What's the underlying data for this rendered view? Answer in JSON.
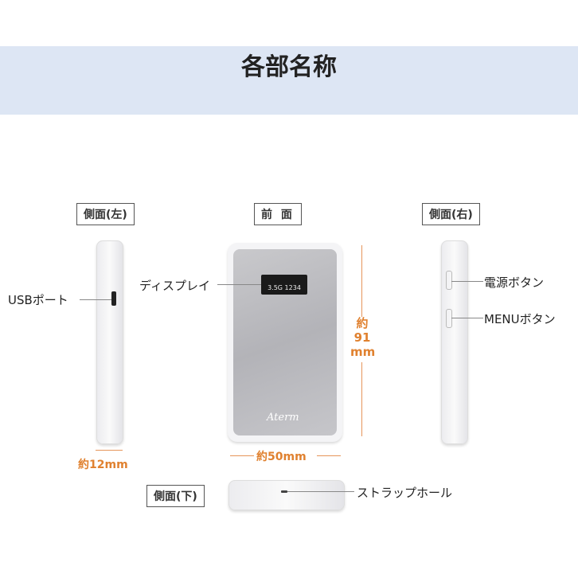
{
  "title": "各部名称",
  "views": {
    "left": "側面(左)",
    "front": "前 面",
    "right": "側面(右)",
    "bottom": "側面(下)"
  },
  "labels": {
    "usb": "USBポート",
    "display": "ディスプレイ",
    "power": "電源ボタン",
    "menu": "MENUボタン",
    "strap": "ストラップホール"
  },
  "dimensions": {
    "height_prefix": "約",
    "height_value": "91",
    "height_unit": "mm",
    "width": "約50mm",
    "depth": "約12mm"
  },
  "device": {
    "logo": "Aterm",
    "screen": "3.5G 1234"
  },
  "colors": {
    "header": "#dde6f4",
    "dimension": "#e0812f"
  }
}
